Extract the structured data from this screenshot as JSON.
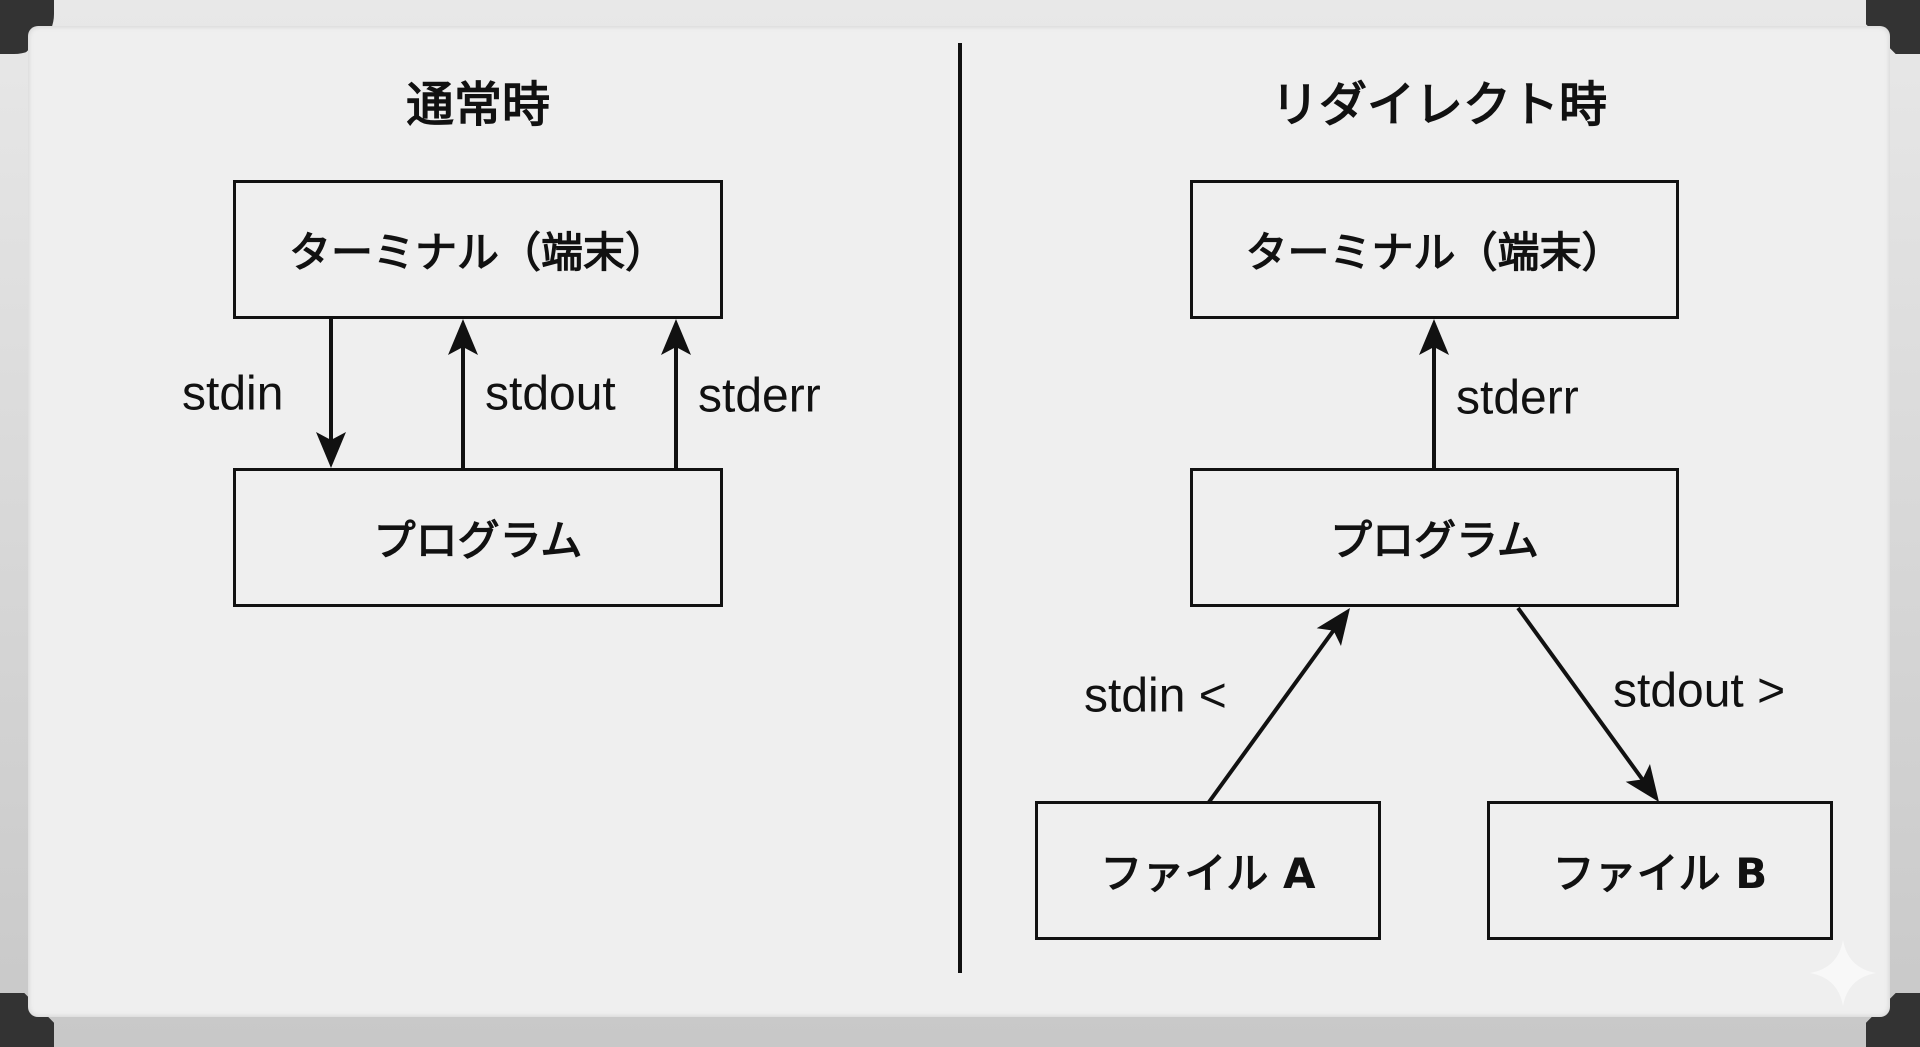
{
  "left": {
    "title": "通常時",
    "terminal": "ターミナル（端末）",
    "program": "プログラム",
    "labels": {
      "stdin": "stdin",
      "stdout": "stdout",
      "stderr": "stderr"
    }
  },
  "right": {
    "title": "リダイレクト時",
    "terminal": "ターミナル（端末）",
    "program": "プログラム",
    "file_a": "ファイル A",
    "file_b": "ファイル B",
    "labels": {
      "stderr": "stderr",
      "stdin": "stdin <",
      "stdout": "stdout >"
    }
  }
}
